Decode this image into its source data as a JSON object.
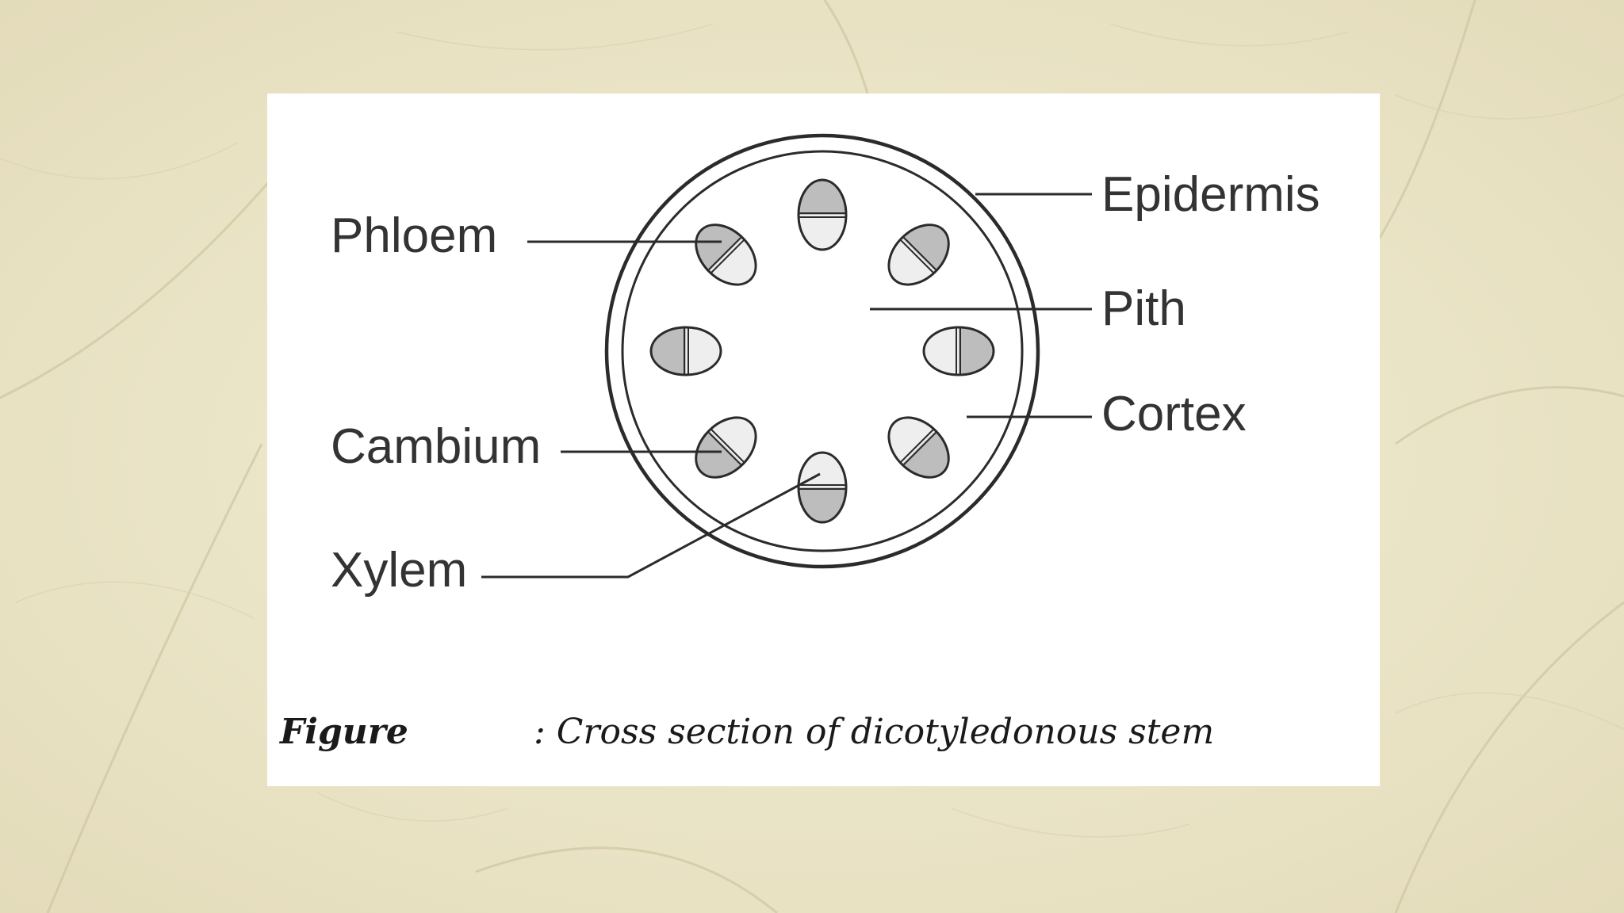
{
  "diagram": {
    "labels": {
      "phloem": "Phloem",
      "cambium": "Cambium",
      "xylem": "Xylem",
      "epidermis": "Epidermis",
      "pith": "Pith",
      "cortex": "Cortex"
    }
  },
  "caption": {
    "label": "Figure",
    "text": ": Cross section of dicotyledonous stem"
  },
  "colors": {
    "background": "#ece5c7",
    "bundle_fill": "#bdbdbd",
    "outline": "#2b2b2b"
  }
}
